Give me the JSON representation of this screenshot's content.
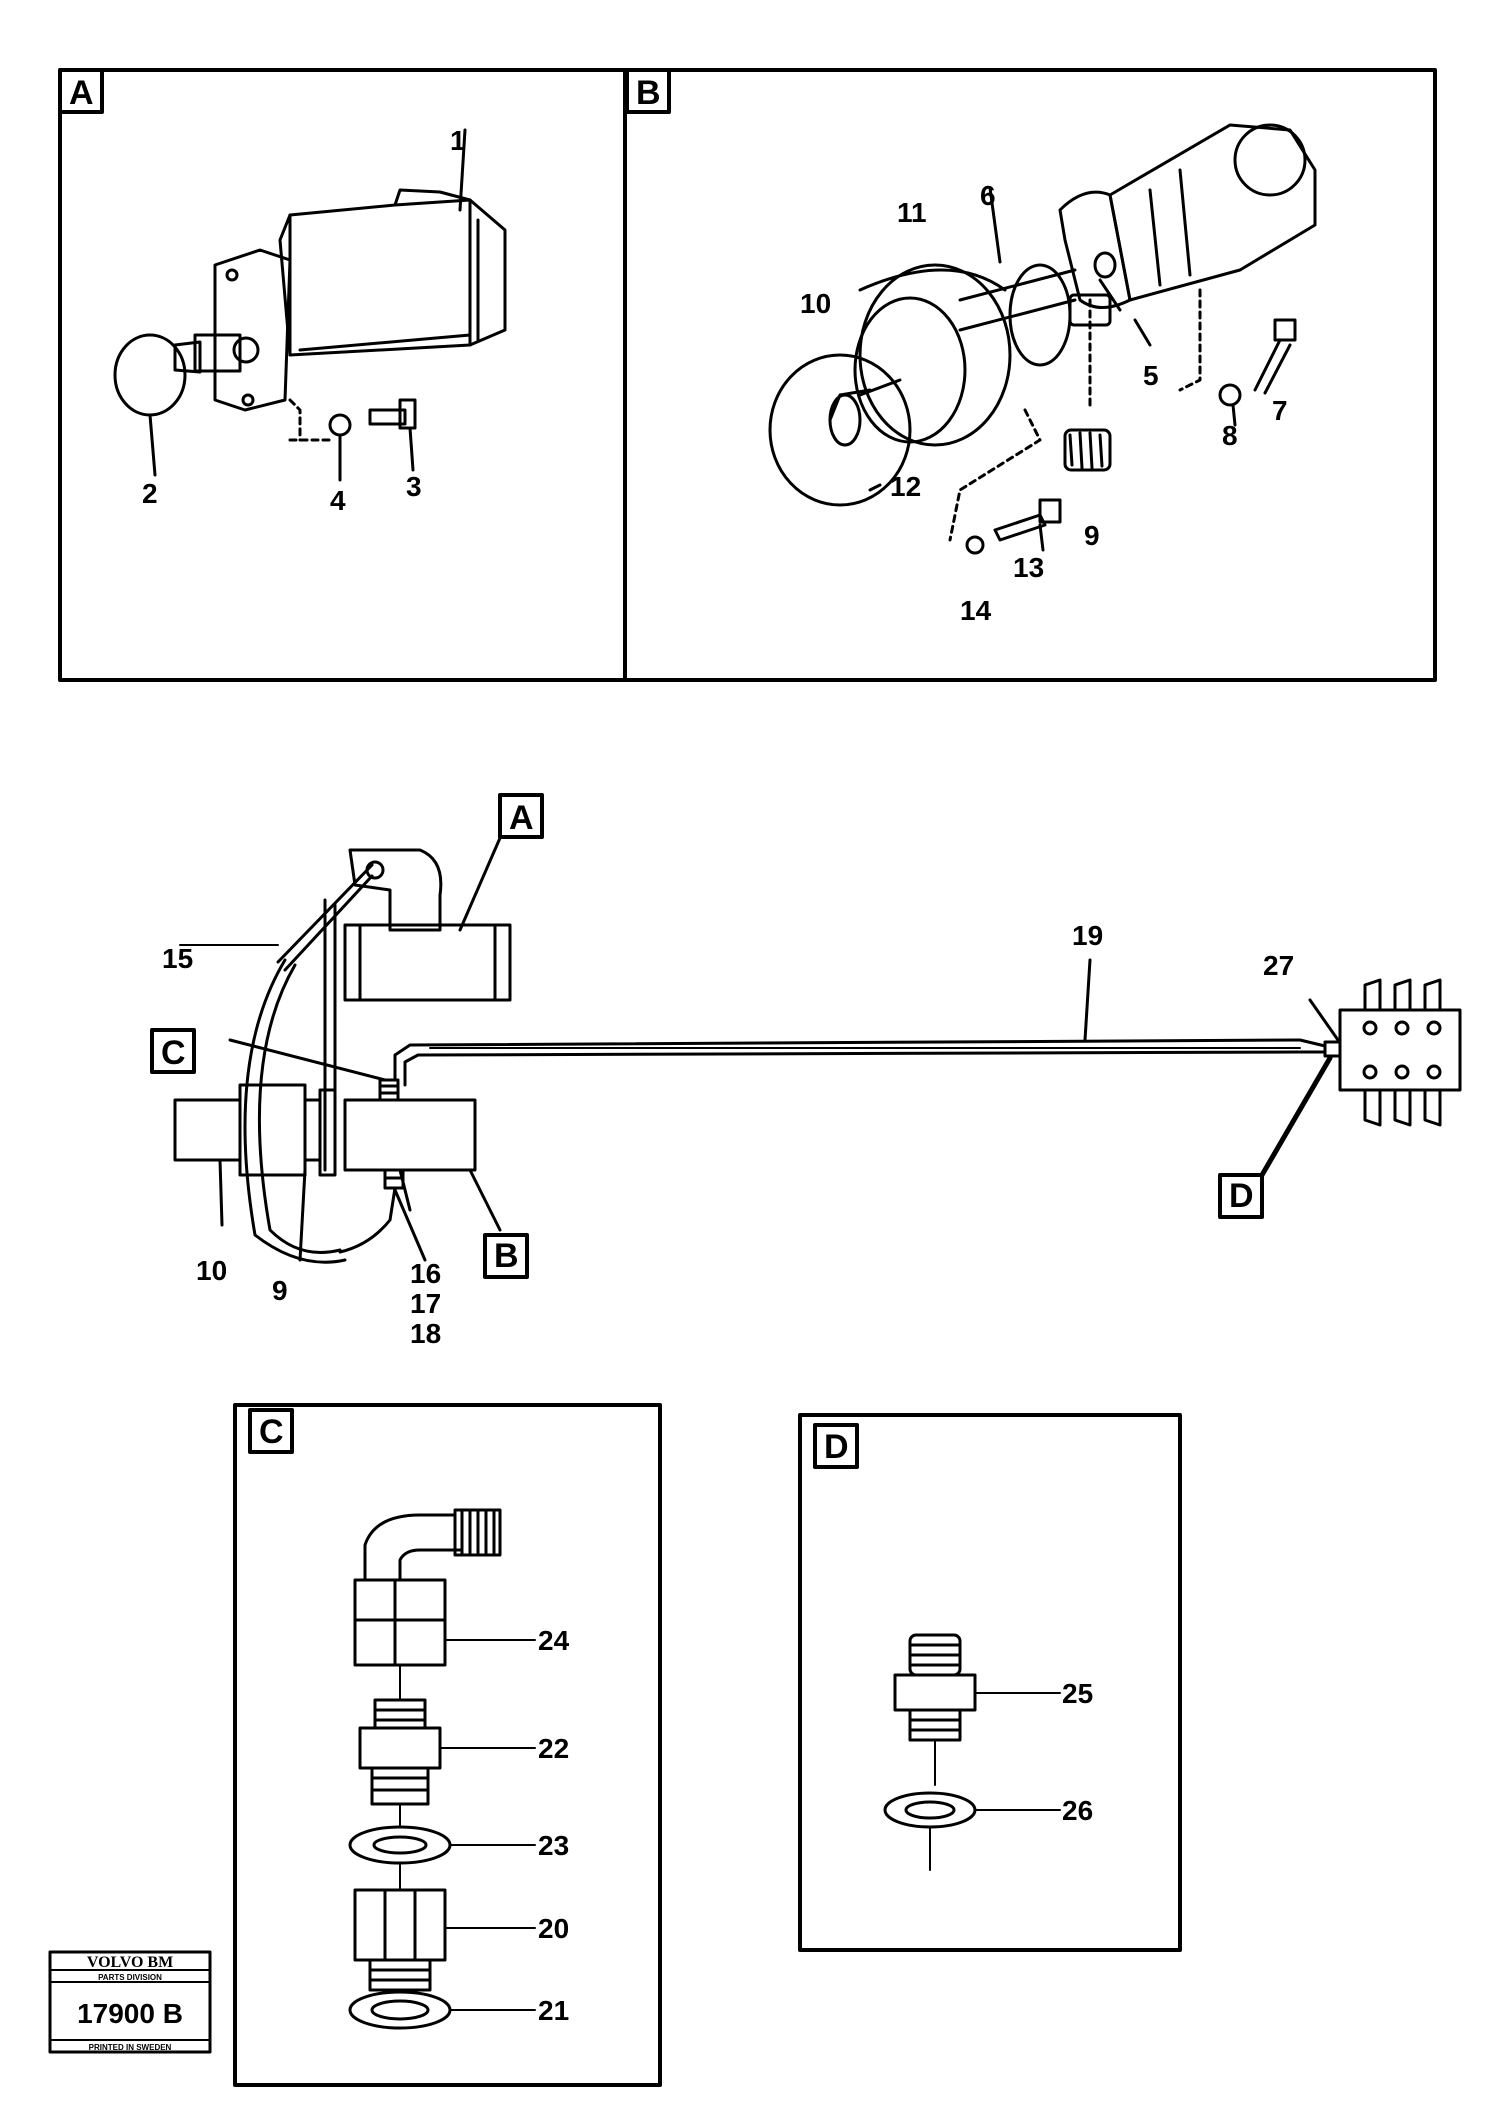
{
  "panels": {
    "A": "A",
    "B": "B",
    "C": "C",
    "D": "D"
  },
  "callouts": {
    "p1": "1",
    "p2": "2",
    "p3": "3",
    "p4": "4",
    "p5": "5",
    "p6": "6",
    "p7": "7",
    "p8": "8",
    "p9": "9",
    "p10": "10",
    "p11": "11",
    "p12": "12",
    "p13": "13",
    "p14": "14",
    "p15": "15",
    "p19": "19",
    "p27": "27",
    "m10": "10",
    "m9": "9",
    "p16": "16",
    "p17": "17",
    "p18": "18",
    "p20": "20",
    "p21": "21",
    "p22": "22",
    "p23": "23",
    "p24": "24",
    "p25": "25",
    "p26": "26"
  },
  "logo": {
    "brand": "VOLVO BM",
    "division": "PARTS DIVISION",
    "number": "17900 B",
    "printed": "PRINTED IN SWEDEN"
  }
}
